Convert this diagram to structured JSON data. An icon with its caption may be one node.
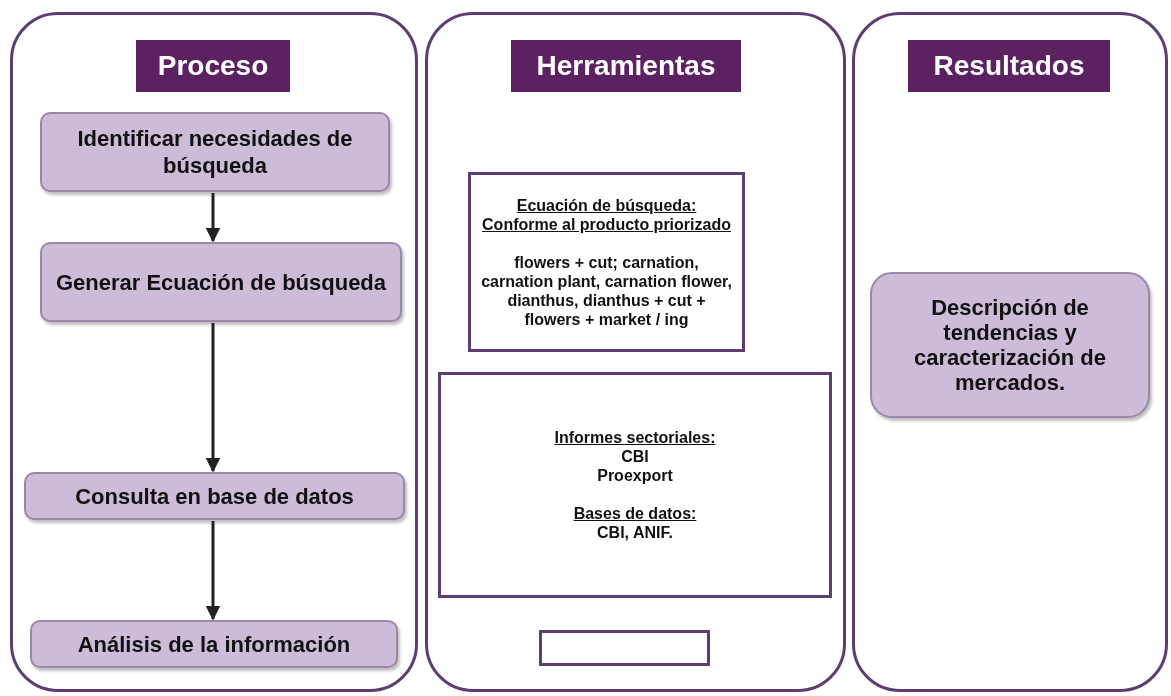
{
  "diagram": {
    "nodes": [
      {
        "text": [],
        "shape": "box"
      },
      {
        "text": [
          "Proceso"
        ],
        "in": 0
      },
      {
        "text": [
          "Identificar necesidades de búsqueda"
        ],
        "in": 0
      },
      {
        "text": [
          "Generar Ecuación de búsqueda"
        ],
        "in": 0
      },
      {
        "text": [
          "Consulta en base de datos"
        ],
        "in": 0
      },
      {
        "text": [
          "Análisis de la información"
        ],
        "in": 0
      },
      {
        "text": [],
        "shape": "box"
      },
      {
        "text": [
          "Herramientas"
        ],
        "in": 6
      },
      {
        "text": [
          "Ecuación de búsqueda: Conforme al producto priorizado",
          "flowers + cut; carnation, carnation plant, carnation flower, dianthus, dianthus + cut + flowers + market / ing"
        ],
        "in": 6
      },
      {
        "text": [
          "Informes sectoriales:",
          "CBI",
          "Proexport",
          "Bases de datos:",
          "CBI, ANIF."
        ],
        "in": 6
      },
      {
        "text": [],
        "shape": "box",
        "in": 6
      },
      {
        "text": [],
        "shape": "box"
      },
      {
        "text": [
          "Resultados"
        ],
        "in": 11
      },
      {
        "text": [
          "Descripción de tendencias y caracterización de mercados."
        ],
        "in": 11
      }
    ],
    "edges": [
      {
        "from": 2,
        "to": 3,
        "arrow": "to"
      },
      {
        "from": 3,
        "to": 4,
        "arrow": "to"
      },
      {
        "from": 4,
        "to": 5,
        "arrow": "to"
      }
    ]
  }
}
